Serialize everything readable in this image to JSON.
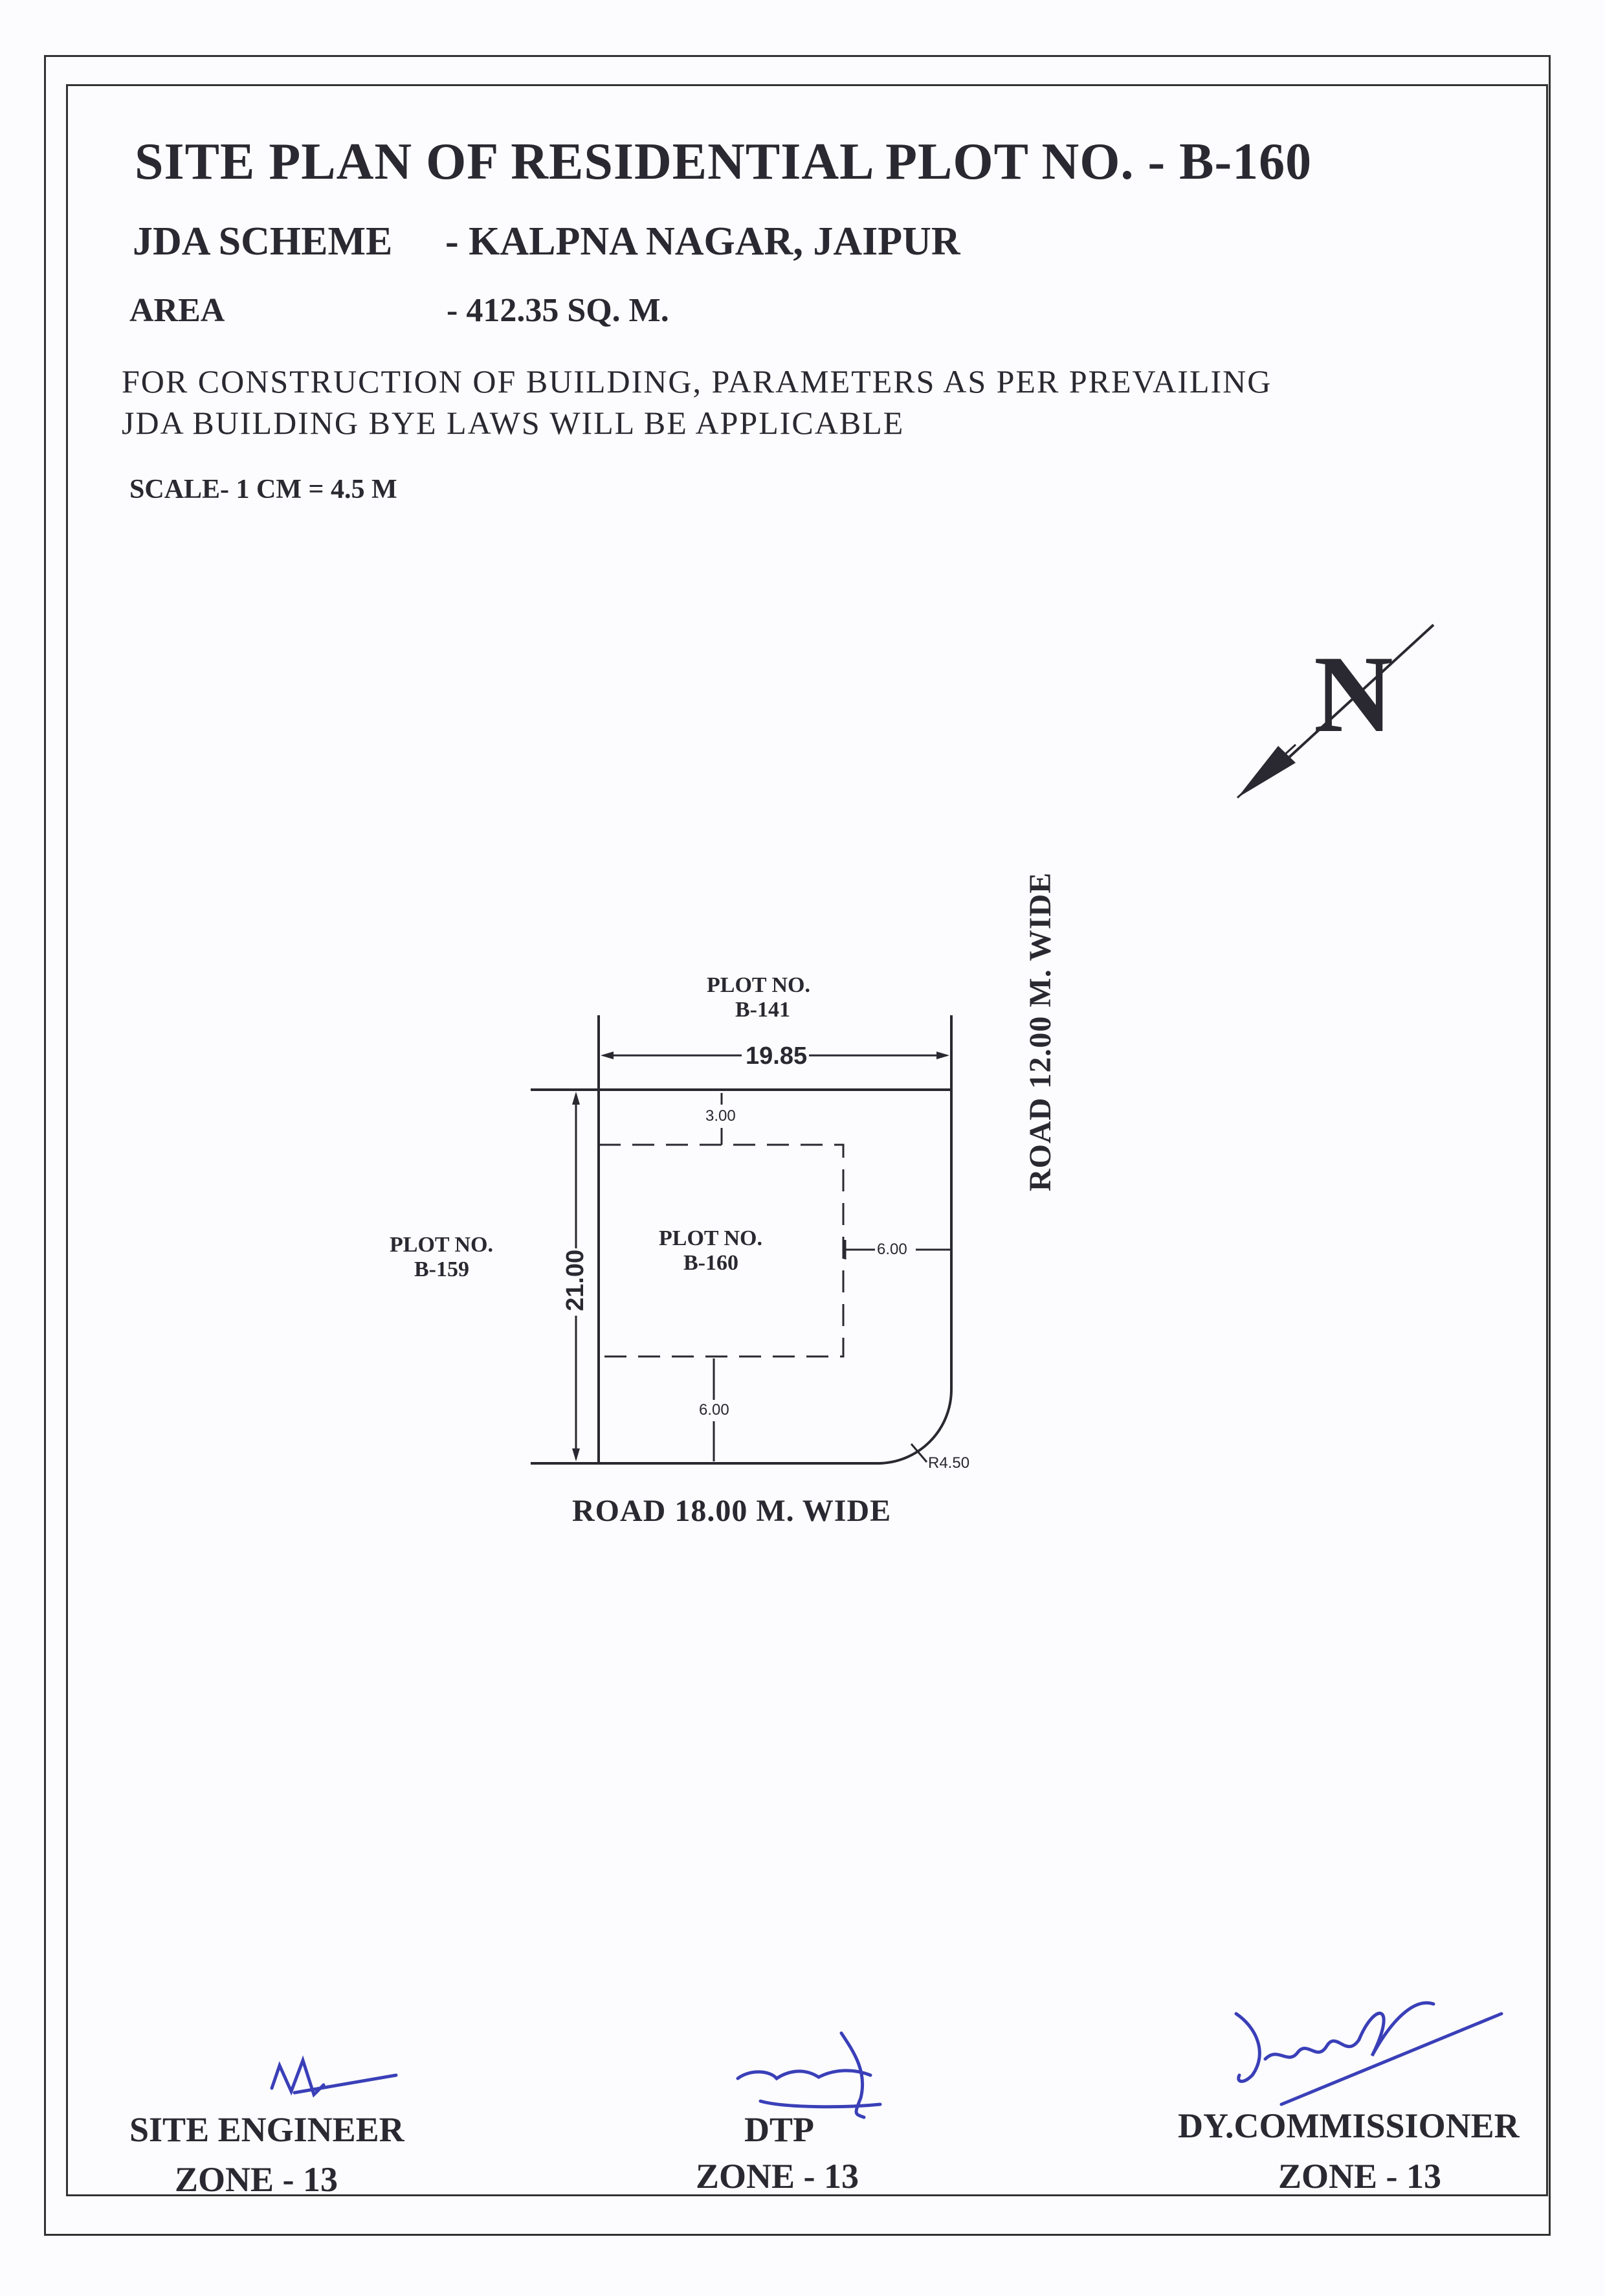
{
  "header": {
    "title": "SITE  PLAN OF RESIDENTIAL PLOT NO.  - B-160",
    "scheme_label": "JDA SCHEME",
    "scheme_value": "- KALPNA  NAGAR, JAIPUR",
    "area_label": "AREA",
    "area_value": "-  412.35 SQ. M.",
    "note_line1": "FOR CONSTRUCTION OF BUILDING, PARAMETERS AS PER PREVAILING",
    "note_line2": "JDA BUILDING BYE LAWS WILL BE APPLICABLE",
    "scale": "SCALE- 1 CM = 4.5 M"
  },
  "compass": {
    "letter": "N",
    "icon": "north-arrow-icon"
  },
  "plan": {
    "plot_top_label": "PLOT NO.",
    "plot_top_number": "B-141",
    "plot_left_label": "PLOT NO.",
    "plot_left_number": "B-159",
    "plot_main_label": "PLOT NO.",
    "plot_main_number": "B-160",
    "width_dim": "19.85",
    "depth_dim": "21.00",
    "front_setback": "3.00",
    "side_setback": "6.00",
    "rear_setback": "6.00",
    "corner_radius": "R4.50",
    "road_bottom": "ROAD 18.00 M. WIDE",
    "road_right": "ROAD 12.00 M. WIDE"
  },
  "signatures": [
    {
      "role": "SITE ENGINEER",
      "zone": "ZONE - 13"
    },
    {
      "role": "DTP",
      "zone": "ZONE - 13"
    },
    {
      "role": "DY.COMMISSIONER",
      "zone": "ZONE - 13"
    }
  ],
  "colors": {
    "ink": "#2a2830",
    "signature_ink": "#3a3fb8",
    "paper": "#fcfbfd"
  }
}
